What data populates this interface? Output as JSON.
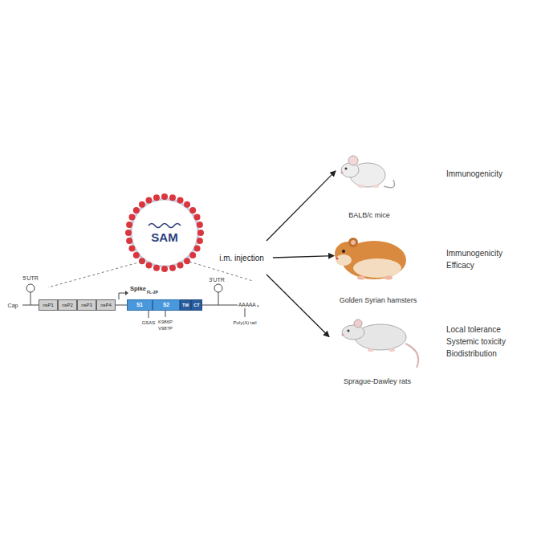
{
  "diagram": {
    "nodes": [
      {
        "text": [
          "SAM"
        ]
      },
      {
        "text": [
          "nsP1"
        ]
      },
      {
        "text": [
          "nsP2"
        ]
      },
      {
        "text": [
          "nsP3"
        ]
      },
      {
        "text": [
          "nsP4"
        ]
      },
      {
        "text": [
          "S1"
        ]
      },
      {
        "text": [
          "S2"
        ]
      },
      {
        "text": [
          "TM"
        ]
      },
      {
        "text": [
          "CT"
        ]
      },
      {
        "text": [
          "i.m. injection"
        ]
      },
      {
        "text": [
          "BALB/c mice"
        ]
      },
      {
        "text": [
          "Golden Syrian hamsters"
        ]
      },
      {
        "text": [
          "Sprague-Dawley rats"
        ]
      }
    ],
    "edges": [
      {
        "from": 9,
        "to": 10,
        "arrow": "to"
      },
      {
        "from": 9,
        "to": 11,
        "arrow": "to"
      },
      {
        "from": 9,
        "to": 12,
        "arrow": "to"
      }
    ],
    "labels": [
      "5'UTR",
      "Cap",
      "Spike",
      "FL-2P",
      "GSAS",
      "K986P",
      "V987P",
      "3'UTR",
      "AAAAA",
      "n",
      "Poly(A) tail",
      "Immunogenicity",
      "Immunogenicity",
      "Efficacy",
      "Local tolerance",
      "Systemic toxicity",
      "Biodistribution"
    ]
  }
}
